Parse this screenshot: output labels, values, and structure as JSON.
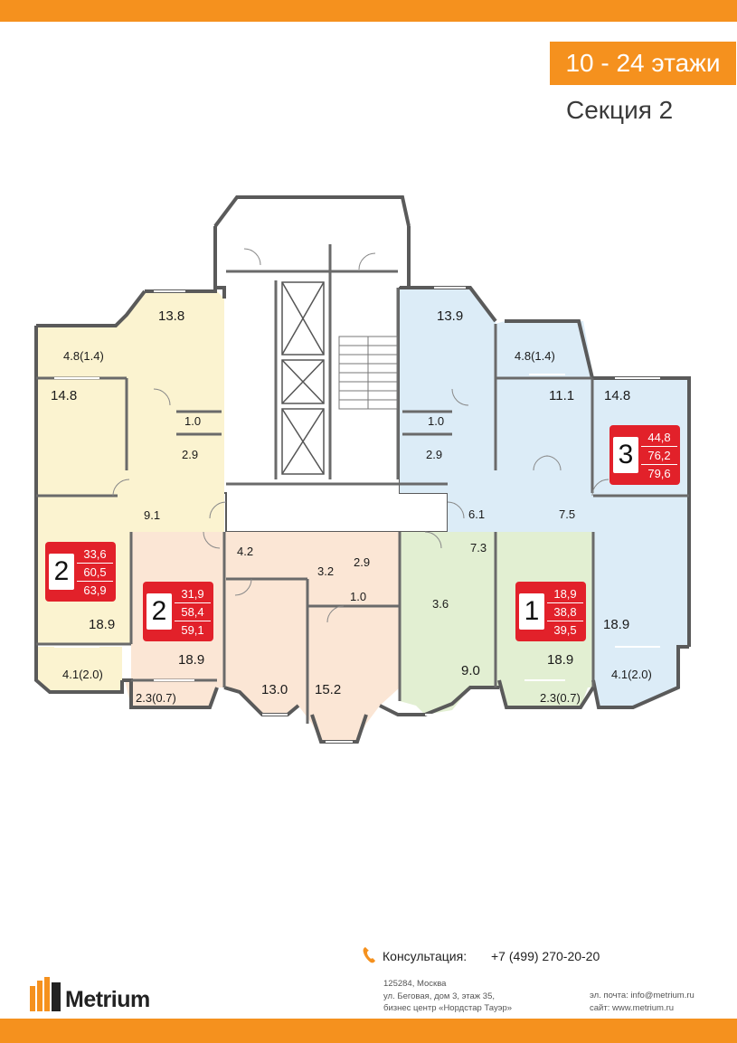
{
  "colors": {
    "brand_orange": "#f5911e",
    "badge_red": "#e2212a",
    "apt_yellow": "#fbf3d0",
    "apt_blue": "#dcecf7",
    "apt_peach": "#fbe6d5",
    "apt_green": "#e2efd2",
    "common_area": "#ffffff",
    "wall": "#5a5a5a"
  },
  "header": {
    "floors": "10 - 24 этажи",
    "section": "Секция 2"
  },
  "rooms": {
    "r_13_8": "13.8",
    "r_4_8_left": "4.8(1.4)",
    "r_14_8_left": "14.8",
    "r_1_0_left": "1.0",
    "r_2_9_left": "2.9",
    "r_9_1": "9.1",
    "r_18_9_a": "18.9",
    "r_4_1_left": "4.1(2.0)",
    "r_2_3_left": "2.3(0.7)",
    "r_18_9_b": "18.9",
    "r_4_2": "4.2",
    "r_3_2": "3.2",
    "r_2_9_mid": "2.9",
    "r_1_0_mid": "1.0",
    "r_13_0": "13.0",
    "r_15_2": "15.2",
    "r_13_9": "13.9",
    "r_4_8_right": "4.8(1.4)",
    "r_11_1": "11.1",
    "r_14_8_right": "14.8",
    "r_1_0_right": "1.0",
    "r_2_9_right": "2.9",
    "r_6_1": "6.1",
    "r_7_5": "7.5",
    "r_7_3": "7.3",
    "r_3_6": "3.6",
    "r_9_0": "9.0",
    "r_18_9_c": "18.9",
    "r_2_3_right": "2.3(0.7)",
    "r_18_9_d": "18.9",
    "r_4_1_right": "4.1(2.0)"
  },
  "apartments": [
    {
      "rooms": "2",
      "area_living": "33,6",
      "area_total": "60,5",
      "area_full": "63,9"
    },
    {
      "rooms": "2",
      "area_living": "31,9",
      "area_total": "58,4",
      "area_full": "59,1"
    },
    {
      "rooms": "1",
      "area_living": "18,9",
      "area_total": "38,8",
      "area_full": "39,5"
    },
    {
      "rooms": "3",
      "area_living": "44,8",
      "area_total": "76,2",
      "area_full": "79,6"
    }
  ],
  "footer": {
    "consult_label": "Консультация:",
    "phone": "+7 (499) 270-20-20",
    "address_line1": "125284, Москва",
    "address_line2": "ул. Беговая, дом 3, этаж 35,",
    "address_line3": "бизнес центр «Нордстар Тауэр»",
    "email_line": "эл. почта: info@metrium.ru",
    "site_line": "сайт: www.metrium.ru",
    "logo_text": "Metrium",
    "phone_icon": "phone-icon"
  }
}
